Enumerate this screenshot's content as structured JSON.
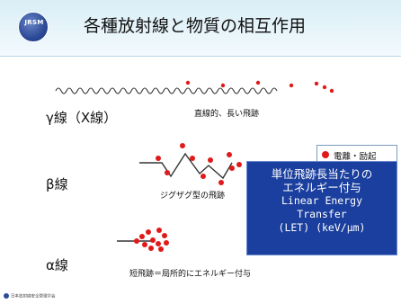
{
  "slide": {
    "title": "各種放射線と物質の相互作用",
    "logo_text": "JRSM",
    "footer": "日本放射線安全管理学会"
  },
  "gamma": {
    "label": "γ線（X線）",
    "caption": "直線的、長い飛跡"
  },
  "beta": {
    "label": "β線",
    "caption": "ジグザグ型の飛跡"
  },
  "alpha": {
    "label": "α線",
    "caption": "短飛跡＝局所的にエネルギー付与"
  },
  "legend": {
    "label": "電離・励起",
    "dot_color": "#e01a1a"
  },
  "let_box": {
    "line1": "単位飛跡長当たりの",
    "line2": "エネルギー付与",
    "line3": "Linear Energy",
    "line4": "Transfer",
    "line5": "(LET) (keV/μm)"
  }
}
